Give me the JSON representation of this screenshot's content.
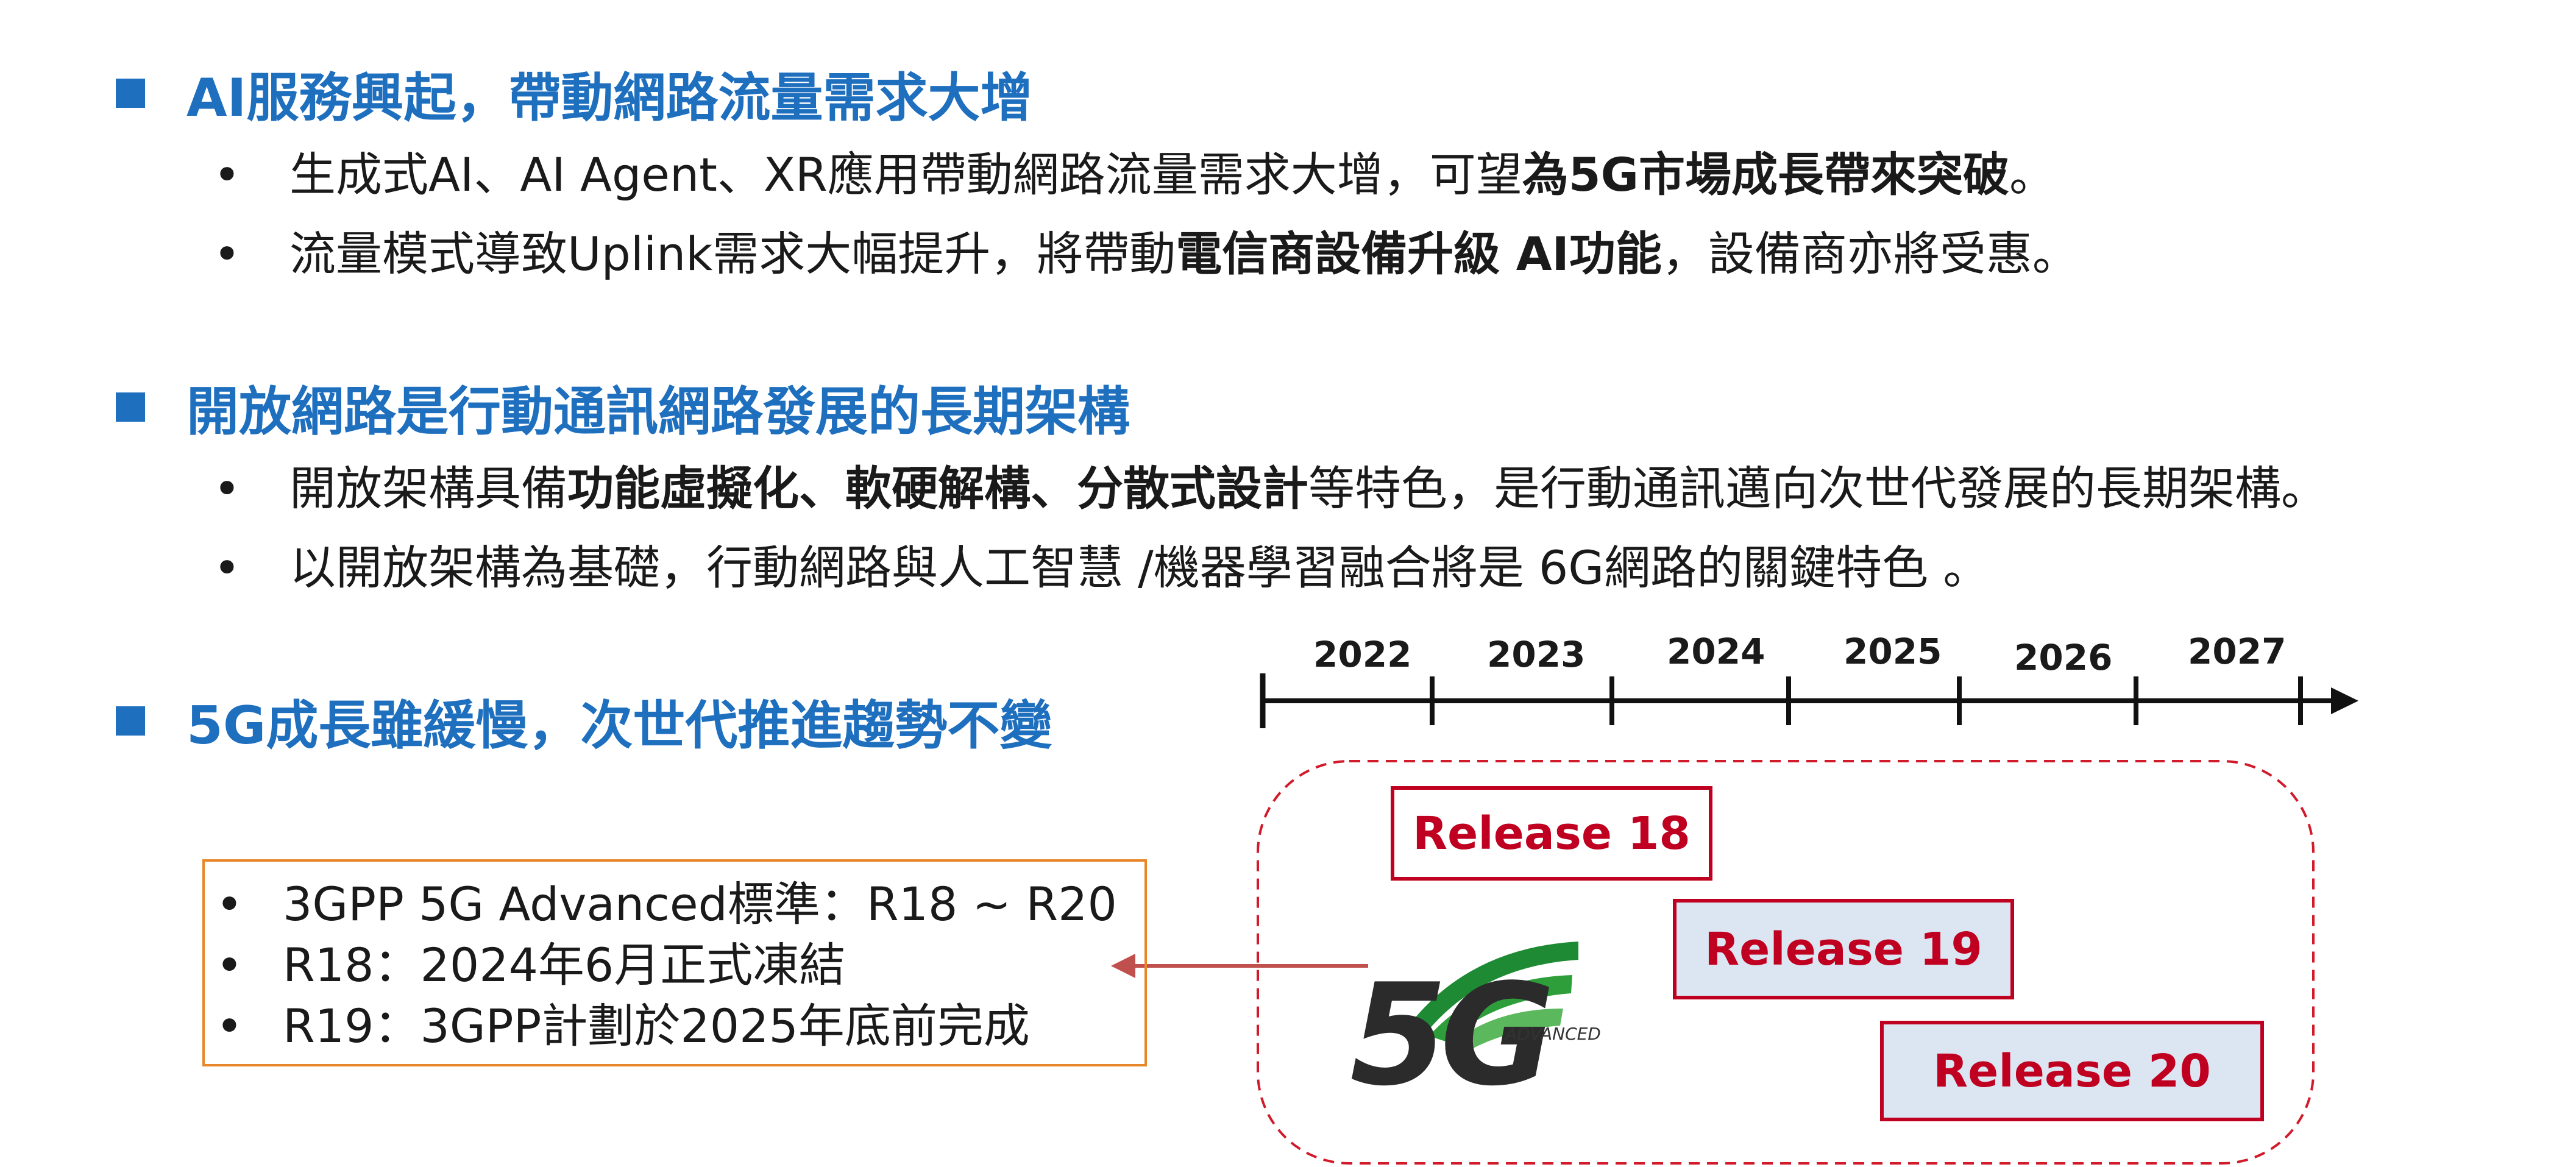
{
  "sections": [
    {
      "title": "AI服務興起，帶動網路流量需求大增",
      "bullets": [
        {
          "bullet": "•",
          "before": "生成式AI、AI Agent、XR應用帶動網路流量需求大增，可望",
          "bold": "為5G市場成長帶來突破",
          "after": "。"
        },
        {
          "bullet": "•",
          "before": "流量模式導致Uplink需求大幅提升，將帶動",
          "bold": "電信商設備升級 AI功能",
          "after": "，設備商亦將受惠。"
        }
      ]
    },
    {
      "title": "開放網路是行動通訊網路發展的長期架構",
      "bullets": [
        {
          "bullet": "•",
          "before": "開放架構具備",
          "bold": "功能虛擬化、軟硬解構、分散式設計",
          "after": "等特色，是行動通訊邁向次世代發展的長期架構。"
        },
        {
          "bullet": "•",
          "before": "以開放架構為基礎，行動網路與人工智慧 /機器學習融合將是 6G網路的關鍵特色 。",
          "bold": "",
          "after": ""
        }
      ]
    },
    {
      "title": "5G成長雖緩慢，次世代推進趨勢不變",
      "bullets": []
    }
  ],
  "timeline": {
    "years": [
      "2022",
      "2023",
      "2024",
      "2025",
      "2026",
      "2027"
    ]
  },
  "releases": [
    "Release 18",
    "Release 19",
    "Release 20"
  ],
  "logo": {
    "number": "5G",
    "sub": "ADVANCED"
  },
  "notes": [
    {
      "bullet": "•",
      "text": "3GPP 5G Advanced標準：R18 ~ R20"
    },
    {
      "bullet": "•",
      "text": "R18：2024年6月正式凍結"
    },
    {
      "bullet": "•",
      "text": "R19：3GPP計劃於2025年底前完成"
    }
  ],
  "colors": {
    "accent_blue": "#1f6fbf",
    "release_red": "#c00020",
    "release_fill": "#dce6f2",
    "note_border": "#e8862a",
    "arrow": "#c0504d",
    "logo_green": "#2e9e3a"
  }
}
